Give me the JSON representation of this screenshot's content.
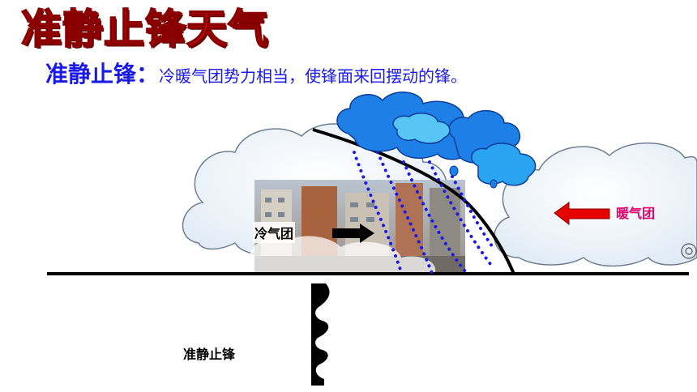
{
  "slide": {
    "title": "准静止锋天气",
    "definition_term": "准静止锋：",
    "definition_text": "冷暖气团势力相当，使锋面来回摆动的锋。"
  },
  "diagram": {
    "cold_air_label": "冷气团",
    "warm_air_label": "暖气团",
    "front_symbol_label": "准静止锋",
    "colors": {
      "title": "#ff1a1a",
      "definition": "#1a1ae6",
      "warm_label": "#e0006a",
      "warm_arrow": "#e60000",
      "rain_dots": "#1a1ae6",
      "storm_cloud": "#1e7fe6",
      "front_line": "#000000"
    },
    "icons": [
      "cold-air-arrow-icon",
      "warm-air-arrow-icon",
      "rain-cloud-icon",
      "front-symbol-icon"
    ]
  }
}
